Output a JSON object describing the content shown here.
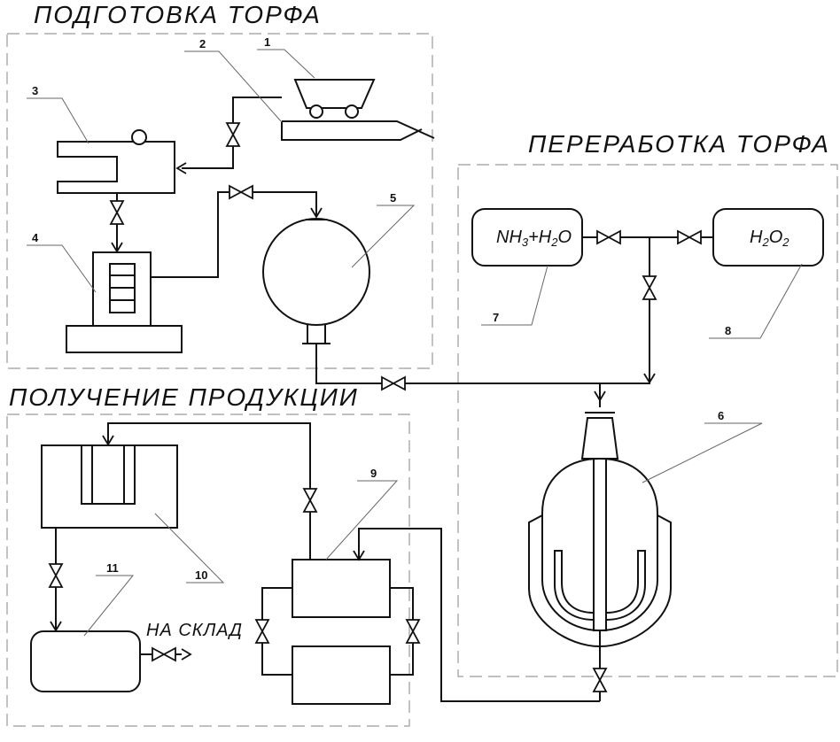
{
  "sections": {
    "peat_preparation": "ПОДГОТОВКА ТОРФА",
    "peat_processing": "ПЕРЕРАБОТКА ТОРФА",
    "production": "ПОЛУЧЕНИЕ ПРОДУКЦИИ"
  },
  "labels": {
    "n1": "1",
    "n2": "2",
    "n3": "3",
    "n4": "4",
    "n5": "5",
    "n6": "6",
    "n7": "7",
    "n8": "8",
    "n9": "9",
    "n10": "10",
    "n11": "11"
  },
  "tanks": {
    "ammonia_a": "NH",
    "ammonia_sub3": "3",
    "ammonia_b": "+H",
    "ammonia_sub2": "2",
    "ammonia_c": "O",
    "peroxide_a": "H",
    "peroxide_sub1": "2",
    "peroxide_b": "O",
    "peroxide_sub2": "2"
  },
  "outlet": "НА СКЛАД",
  "colors": {
    "line": "#111111",
    "dash": "#9a9a9a",
    "background": "#ffffff"
  }
}
